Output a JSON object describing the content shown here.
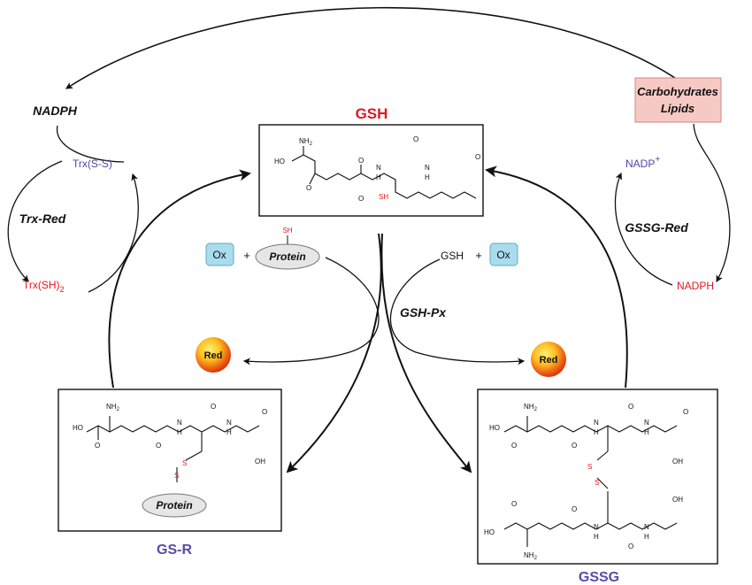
{
  "labels": {
    "gsh_title": "GSH",
    "gsr_title": "GS-R",
    "gssg_title": "GSSG",
    "nadph_left": "NADPH",
    "nadph_right": "NADPH",
    "trx_ss": "Trx(S-S)",
    "trx_sh2": "Trx(SH)",
    "trx_sh2_sub": "2",
    "trx_red": "Trx-Red",
    "nadp_plus": "NADP",
    "nadp_sup": "+",
    "gssg_red": "GSSG-Red",
    "carbohydrates": "Carbohydrates",
    "lipids": "Lipids",
    "ox_left": "Ox",
    "ox_right": "Ox",
    "plus_left": "+",
    "plus_right": "+",
    "protein_top": "Protein",
    "protein_sh": "SH",
    "gsh_reactant": "GSH",
    "gsh_px": "GSH-Px",
    "red_left": "Red",
    "red_right": "Red",
    "protein_gsr": "Protein"
  },
  "molecule_atoms": {
    "ho": "HO",
    "oh": "OH",
    "nh2": "NH",
    "nh2_sub": "2",
    "n": "N",
    "h": "H",
    "o": "O",
    "s": "S",
    "sh": "SH"
  },
  "colors": {
    "title_red": "#e0181e",
    "title_purple": "#5a4aa8",
    "trx_blue": "#4a48a0",
    "nadph_red": "#e0181e",
    "carb_box_fill": "#f7c9c4",
    "carb_box_stroke": "#c98a85",
    "ox_fill": "#a9dced",
    "ox_stroke": "#5fa9c6",
    "red_sphere_inner": "#ffe14a",
    "red_sphere_outer": "#e33a0c",
    "protein_fill": "#e6e6e6",
    "line": "#111111"
  }
}
